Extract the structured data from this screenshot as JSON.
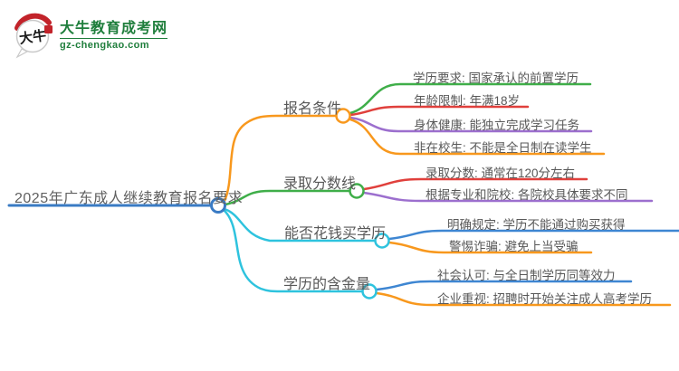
{
  "site": {
    "logo_badge": "大牛",
    "logo_title": "大牛教育成考网",
    "logo_domain": "gz-chengkao.com",
    "brand_green": "#1f7e3c",
    "seal_red": "#c2232a"
  },
  "colors": {
    "main": "#3a7bc4",
    "orange": "#f8981d",
    "green": "#3fae49",
    "red": "#e0403c",
    "purple": "#9c6fce",
    "blue": "#3e86d2",
    "cyan": "#2ec3de"
  },
  "mindmap": {
    "root": {
      "label": "2025年广东成人继续教育报名要求"
    },
    "branches": [
      {
        "label": "报名条件",
        "color": "#f8981d",
        "children": [
          {
            "label": "学历要求: 国家承认的前置学历",
            "color": "#3fae49"
          },
          {
            "label": "年龄限制: 年满18岁",
            "color": "#e0403c"
          },
          {
            "label": "身体健康: 能独立完成学习任务",
            "color": "#9c6fce"
          },
          {
            "label": "非在校生: 不能是全日制在读学生",
            "color": "#f8981d"
          }
        ]
      },
      {
        "label": "录取分数线",
        "color": "#3fae49",
        "children": [
          {
            "label": "录取分数: 通常在120分左右",
            "color": "#e0403c"
          },
          {
            "label": "根据专业和院校: 各院校具体要求不同",
            "color": "#9c6fce"
          }
        ]
      },
      {
        "label": "能否花钱买学历",
        "color": "#2ec3de",
        "children": [
          {
            "label": "明确规定: 学历不能通过购买获得",
            "color": "#3e86d2"
          },
          {
            "label": "警惕诈骗: 避免上当受骗",
            "color": "#f8981d"
          }
        ]
      },
      {
        "label": "学历的含金量",
        "color": "#2ec3de",
        "children": [
          {
            "label": "社会认可: 与全日制学历同等效力",
            "color": "#3e86d2"
          },
          {
            "label": "企业重视: 招聘时开始关注成人高考学历",
            "color": "#f8981d"
          }
        ]
      }
    ]
  }
}
